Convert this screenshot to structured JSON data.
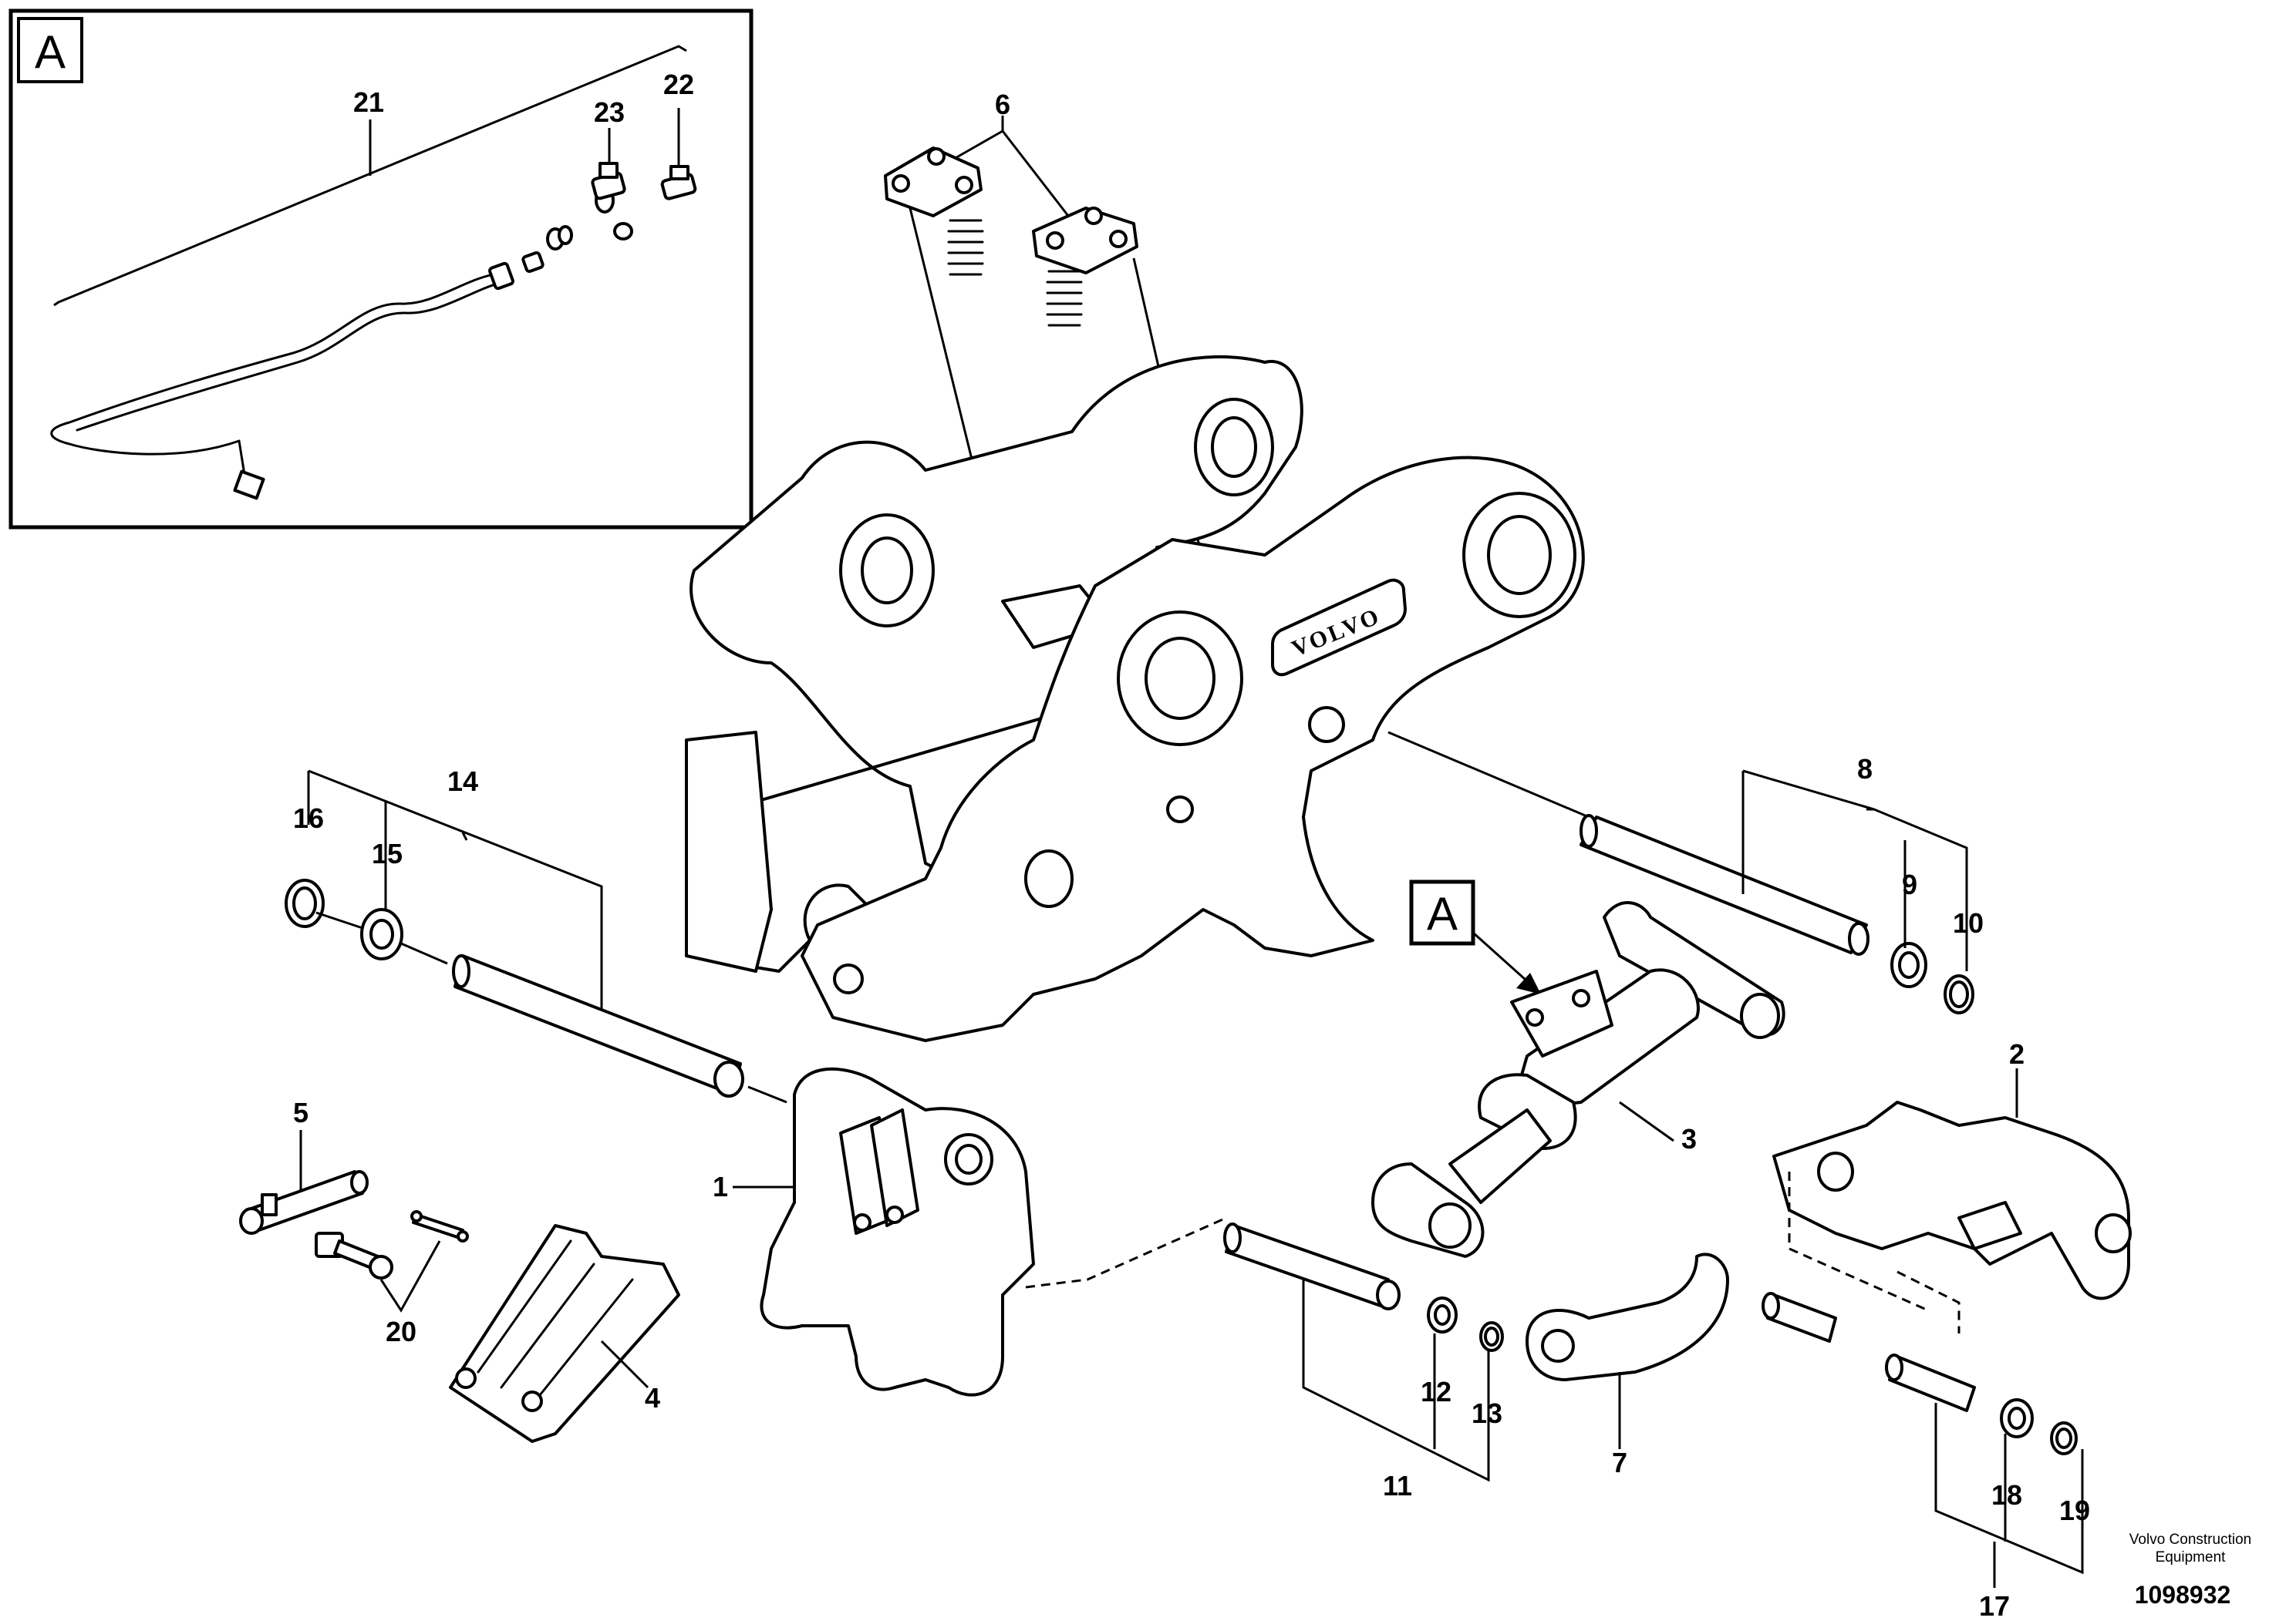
{
  "inset": {
    "label": "A"
  },
  "callout": {
    "label": "A"
  },
  "logo_text": "VOLVO",
  "parts": {
    "p1": "1",
    "p2": "2",
    "p3": "3",
    "p4": "4",
    "p5": "5",
    "p6": "6",
    "p7": "7",
    "p8": "8",
    "p9": "9",
    "p10": "10",
    "p11": "11",
    "p12": "12",
    "p13": "13",
    "p14": "14",
    "p15": "15",
    "p16": "16",
    "p17": "17",
    "p18": "18",
    "p19": "19",
    "p20": "20",
    "p21": "21",
    "p22": "22",
    "p23": "23"
  },
  "footer": {
    "company_line1": "Volvo Construction",
    "company_line2": "Equipment",
    "drawing_number": "1098932"
  }
}
